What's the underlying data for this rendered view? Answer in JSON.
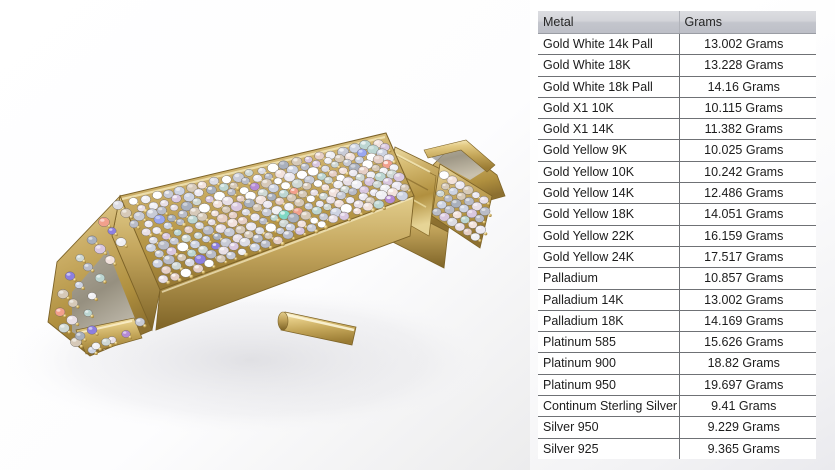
{
  "render": {
    "subject_name": "pave-set-gold-box-clasp",
    "description": "3D CAD render of a gold box clasp pave set with multicolored gemstones",
    "background_color": "#ffffff",
    "metal_color": "#c9ab5e",
    "metal_highlight": "#e8d89a",
    "metal_shadow": "#8a6f2e",
    "shadow_color": "#e3e3e7"
  },
  "table": {
    "name": "metal-weight-table",
    "columns": [
      {
        "key": "metal",
        "label": "Metal",
        "align": "left"
      },
      {
        "key": "grams",
        "label": "Grams",
        "align": "center"
      }
    ],
    "header_bg": "#d3d4d9",
    "border_color": "#6f7175",
    "rows": [
      {
        "metal": "Gold White 14k Pall",
        "grams": "13.002 Grams"
      },
      {
        "metal": "Gold White 18K",
        "grams": "13.228 Grams"
      },
      {
        "metal": "Gold White 18k Pall",
        "grams": "14.16 Grams"
      },
      {
        "metal": "Gold X1 10K",
        "grams": "10.115 Grams"
      },
      {
        "metal": "Gold X1 14K",
        "grams": "11.382 Grams"
      },
      {
        "metal": "Gold Yellow 9K",
        "grams": "10.025 Grams"
      },
      {
        "metal": "Gold Yellow 10K",
        "grams": "10.242 Grams"
      },
      {
        "metal": "Gold Yellow 14K",
        "grams": "12.486 Grams"
      },
      {
        "metal": "Gold Yellow 18K",
        "grams": "14.051 Grams"
      },
      {
        "metal": "Gold Yellow 22K",
        "grams": "16.159 Grams"
      },
      {
        "metal": "Gold Yellow 24K",
        "grams": "17.517 Grams"
      },
      {
        "metal": "Palladium",
        "grams": "10.857 Grams"
      },
      {
        "metal": "Palladium 14K",
        "grams": "13.002 Grams"
      },
      {
        "metal": "Palladium 18K",
        "grams": "14.169 Grams"
      },
      {
        "metal": "Platinum 585",
        "grams": "15.626 Grams"
      },
      {
        "metal": "Platinum 900",
        "grams": "18.82 Grams"
      },
      {
        "metal": "Platinum 950",
        "grams": "19.697 Grams"
      },
      {
        "metal": "Continum Sterling Silver",
        "grams": "9.41 Grams"
      },
      {
        "metal": "Silver 950",
        "grams": "9.229 Grams"
      },
      {
        "metal": "Silver 925",
        "grams": "9.365 Grams"
      }
    ]
  }
}
